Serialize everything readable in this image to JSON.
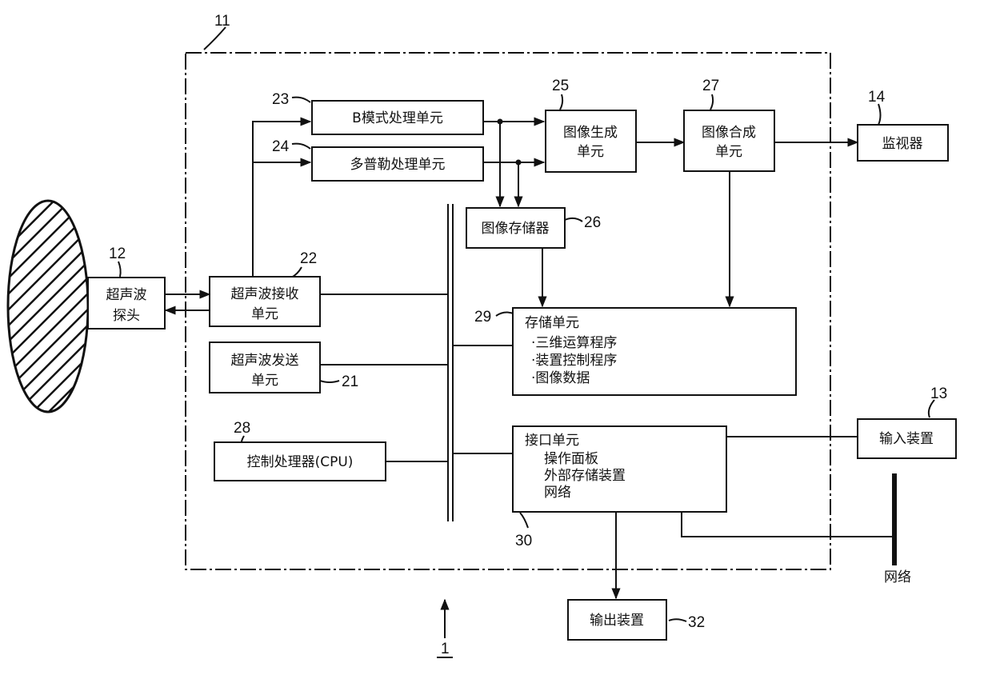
{
  "blocks": {
    "b_mode": "B模式处理单元",
    "doppler": "多普勒处理单元",
    "image_gen": [
      "图像生成",
      "单元"
    ],
    "image_synth": [
      "图像合成",
      "单元"
    ],
    "monitor": "监视器",
    "image_memory": "图像存储器",
    "probe": [
      "超声波",
      "探头"
    ],
    "receiver": [
      "超声波接收",
      "单元"
    ],
    "transmitter": [
      "超声波发送",
      "单元"
    ],
    "storage": {
      "title": "存储单元",
      "items": [
        "·三维运算程序",
        "·装置控制程序",
        "·图像数据"
      ]
    },
    "cpu": "控制处理器(CPU)",
    "interface": {
      "title": "接口单元",
      "items": [
        "操作面板",
        "外部存储装置",
        "网络"
      ]
    },
    "input_device": "输入装置",
    "output_device": "输出装置",
    "network": "网络"
  },
  "refs": {
    "r1": "1",
    "r11": "11",
    "r12": "12",
    "r13": "13",
    "r14": "14",
    "r21": "21",
    "r22": "22",
    "r23": "23",
    "r24": "24",
    "r25": "25",
    "r26": "26",
    "r27": "27",
    "r28": "28",
    "r29": "29",
    "r30": "30",
    "r32": "32"
  }
}
